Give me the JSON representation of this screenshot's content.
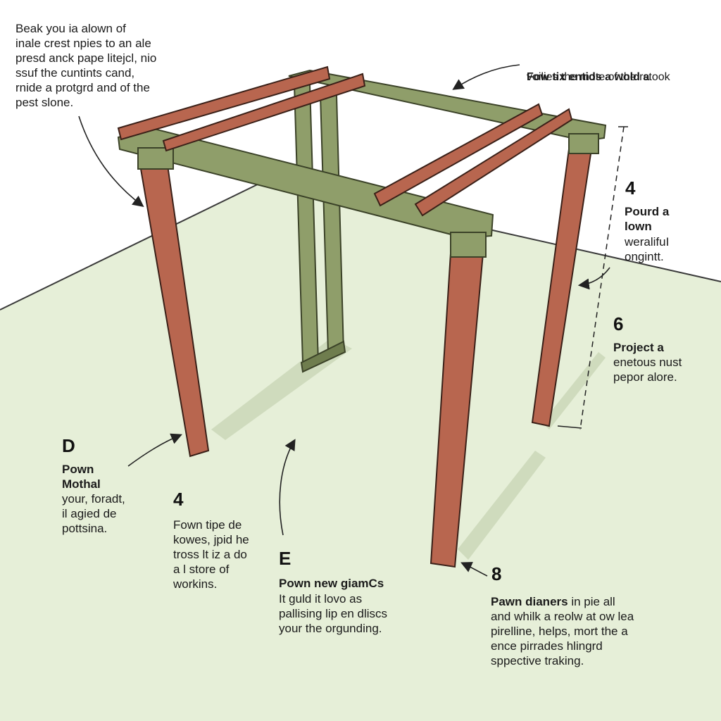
{
  "colors": {
    "background": "#ffffff",
    "ground": "#e6efd8",
    "post": "#b8664f",
    "post_shade": "#8f4a38",
    "beam_green": "#8f9e6a",
    "beam_green_dark": "#6f7d4e",
    "rafter": "#b8664f"
  },
  "annotations": {
    "top_left": "Beak you ia alown of\ninale crest npies to an ale\npresd anck pape litejcl, nio\nssuf the cuntints cand,\nrnide a protgrd and of the\npest slone.",
    "top_right_l1": "Fow tix entids a wold a",
    "top_right_l2": "voilies the mote of the rstook",
    "right_number_a": "4",
    "right_a_title": "Pourd a\nlown",
    "right_a_body": "weralifuI\nongintt.",
    "right_number_b": "6",
    "right_b_title": "Project a",
    "right_b_body": "enetous nust\npepor alore.",
    "left_letter": "D",
    "left_title": "Pown\nMothal",
    "left_body": "your, foradt,\nil agied de\npottsina.",
    "mid_left_number": "4",
    "mid_left_body": "Fown tipe de\nkowes, jpid he\ntross lt iz a do\na l store of\nworkins.",
    "mid_letter": "E",
    "mid_title": "Pown new giamCs",
    "mid_body": "It guld it lovo as\npallising lip en dliscs\nyour the orgunding.",
    "right_bottom_number": "8",
    "right_bottom_title": "Pawn dianers",
    "right_bottom_title_rest": " in pie all",
    "right_bottom_body": "and whilk a reolw at ow lea\npirelline, helps, mort the a\nence pirrades hlingrd\nsppective traking."
  }
}
